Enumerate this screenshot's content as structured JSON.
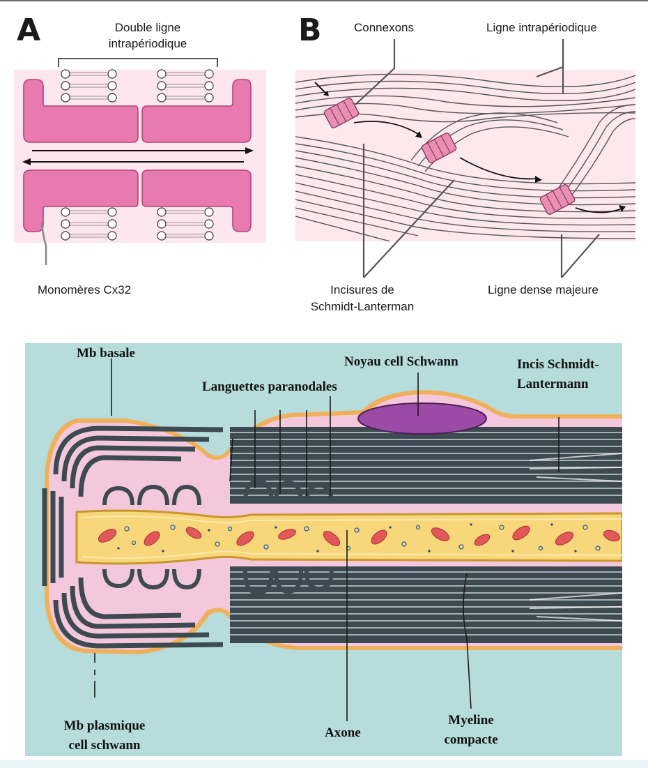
{
  "panel_a": {
    "letter": "A",
    "label_double_line_1": "Double ligne",
    "label_double_line_2": "intrapériodique",
    "label_monomers": "Monomères Cx32"
  },
  "panel_b": {
    "letter": "B",
    "label_connexons": "Connexons",
    "label_intraperiod": "Ligne intrapériodique",
    "label_incisures_1": "Incisures de",
    "label_incisures_2": "Schmidt-Lanterman",
    "label_major_dense": "Ligne dense majeure"
  },
  "panel_c": {
    "label_mb_basale": "Mb basale",
    "label_noyau": "Noyau cell Schwann",
    "label_incis_1": "Incis Schmidt-",
    "label_incis_2": "Lantermann",
    "label_languettes": "Languettes paranodales",
    "label_mb_plasmique_1": "Mb plasmique",
    "label_mb_plasmique_2": "cell schwann",
    "label_axone": "Axone",
    "label_myeline_1": "Myeline",
    "label_myeline_2": "compacte"
  },
  "colors": {
    "connexin_pink": "#e87ab0",
    "panel_a_bg": "#fde6ee",
    "panel_c_bg": "#b6dcdc",
    "myelin_dark": "#3d4a52",
    "axon_yellow": "#f7d779",
    "nucleus_purple": "#9b4aa6"
  }
}
